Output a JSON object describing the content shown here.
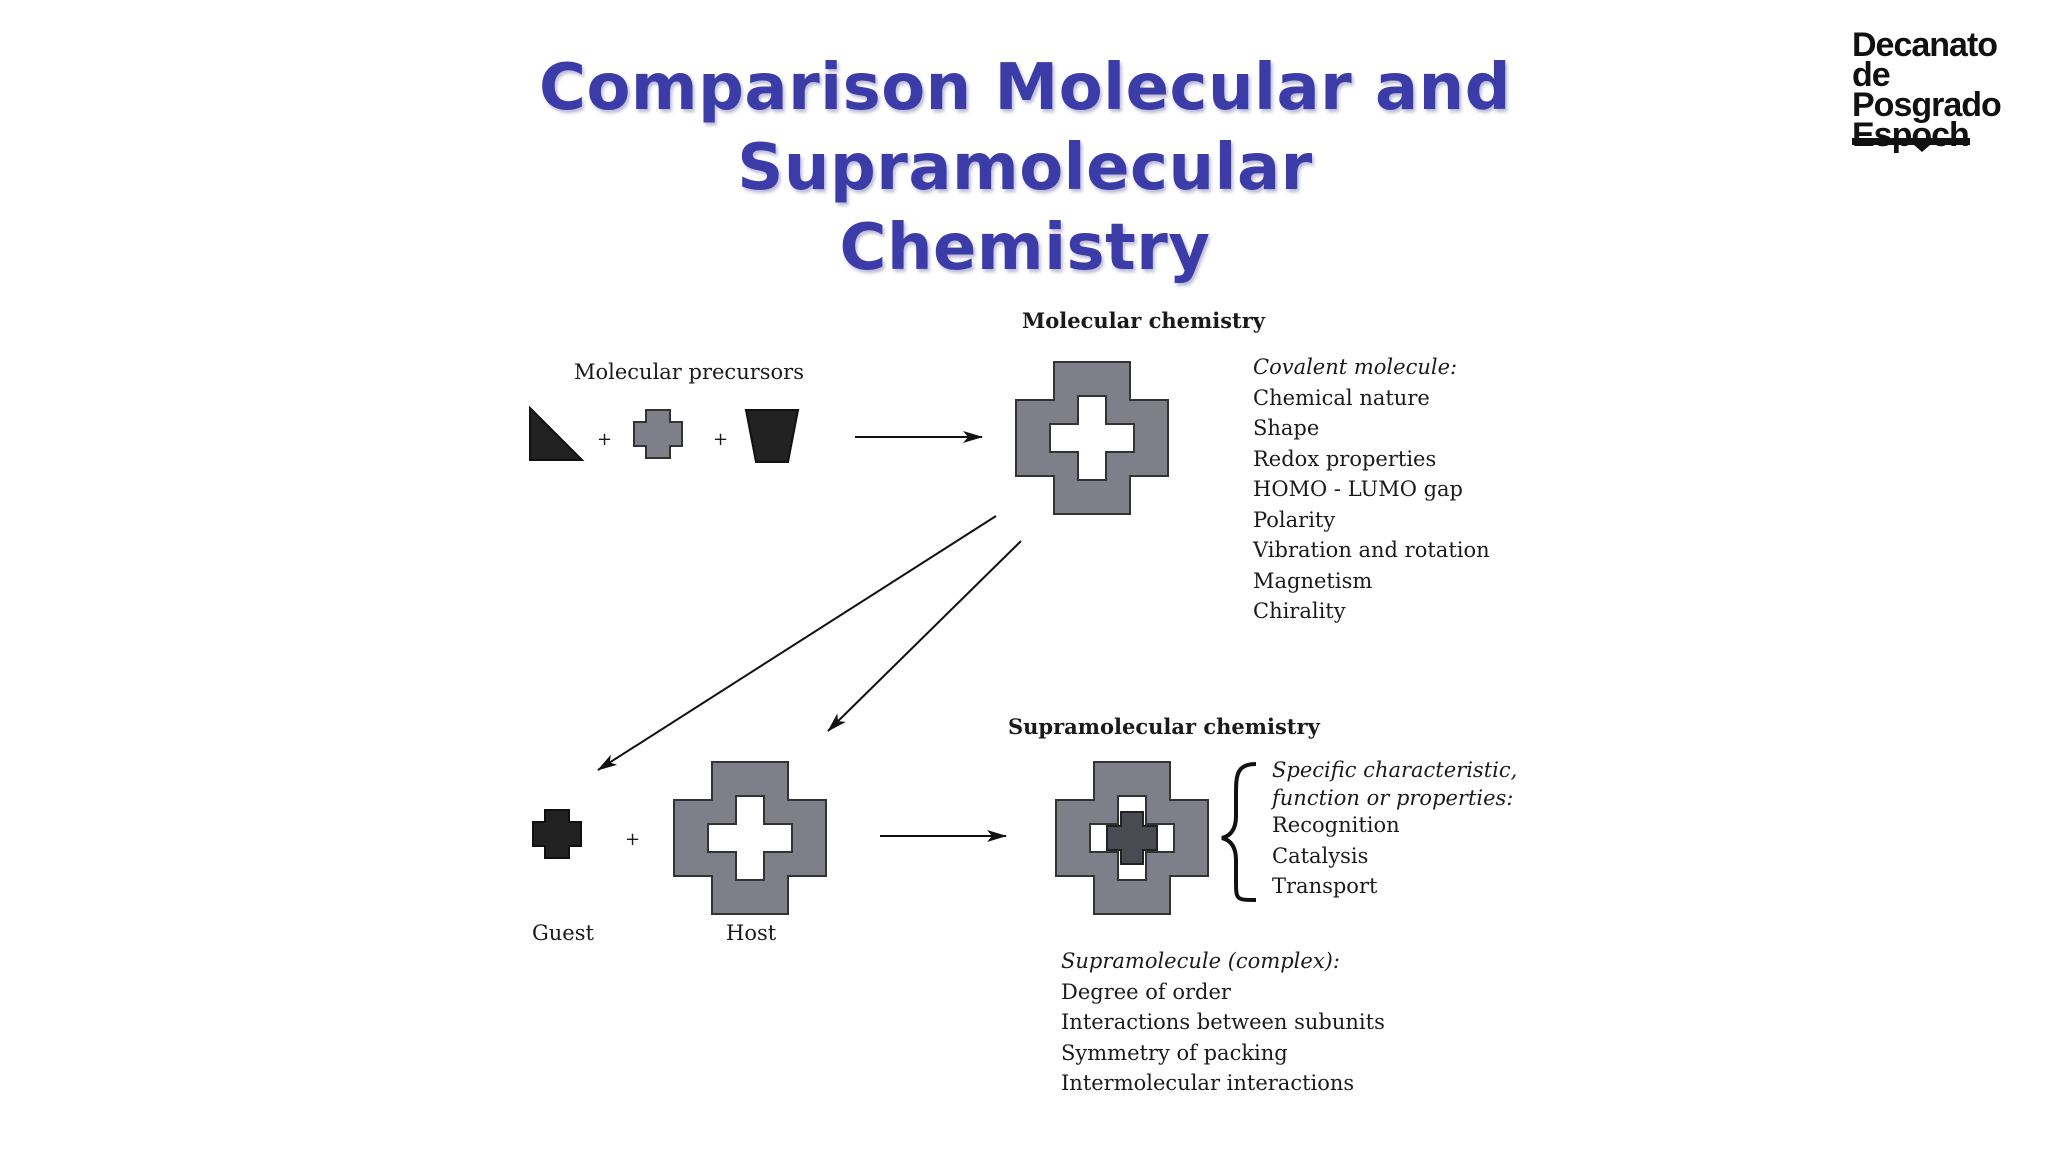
{
  "title": {
    "line1": "Comparison Molecular and Supramolecular",
    "line2": "Chemistry"
  },
  "logo": {
    "line1": "Decanato",
    "line2": "de Posgrado",
    "line3": "Espoch"
  },
  "diagram": {
    "molecular_chemistry": "Molecular chemistry",
    "molecular_precursors": "Molecular precursors",
    "plus": "+",
    "covalent_molecule": {
      "heading": "Covalent molecule:",
      "items": [
        "Chemical nature",
        "Shape",
        "Redox properties",
        "HOMO - LUMO gap",
        "Polarity",
        "Vibration and rotation",
        "Magnetism",
        "Chirality"
      ]
    },
    "supramolecular_chemistry": "Supramolecular chemistry",
    "guest": "Guest",
    "host": "Host",
    "specific": {
      "heading1": "Specific characteristic,",
      "heading2": "function or properties:",
      "items": [
        "Recognition",
        "Catalysis",
        "Transport"
      ]
    },
    "supramolecule": {
      "heading": "Supramolecule (complex):",
      "items": [
        "Degree of order",
        "Interactions between subunits",
        "Symmetry of packing",
        "Intermolecular interactions"
      ]
    }
  },
  "colors": {
    "title": "#3c3ca8",
    "shape_gray": "#7f7f8a",
    "shape_dark": "#222222"
  }
}
